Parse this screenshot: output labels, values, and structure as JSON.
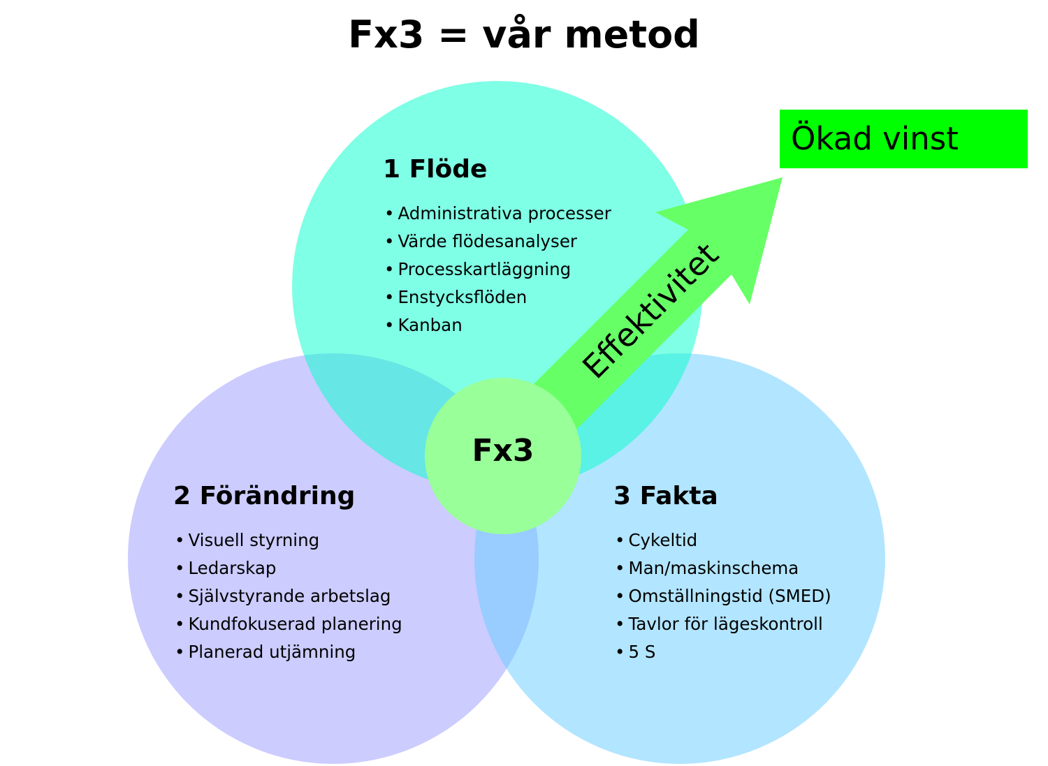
{
  "title": "Fx3 = vår metod",
  "circles": [
    {
      "heading": "1 Flöde",
      "color": "#00ffcc",
      "items": [
        "Administrativa processer",
        "Värde flödesanalyser",
        "Processkartläggning",
        "Enstycksflöden",
        "Kanban"
      ]
    },
    {
      "heading": "2 Förändring",
      "color": "#9999ff",
      "items": [
        "Visuell styrning",
        "Ledarskap",
        "Självstyrande arbetslag",
        "Kundfokuserad planering",
        "Planerad utjämning"
      ]
    },
    {
      "heading": "3 Fakta",
      "color": "#66ccff",
      "items": [
        "Cykeltid",
        "Man/maskinschema",
        "Omställningstid (SMED)",
        "Tavlor för lägeskontroll",
        "5 S"
      ]
    }
  ],
  "center": {
    "label": "Fx3",
    "color": "#99ff99"
  },
  "arrow": {
    "label": "Effektivitet",
    "color": "#66ff66"
  },
  "outcome": {
    "label": "Ökad vinst",
    "color": "#00ff00"
  }
}
